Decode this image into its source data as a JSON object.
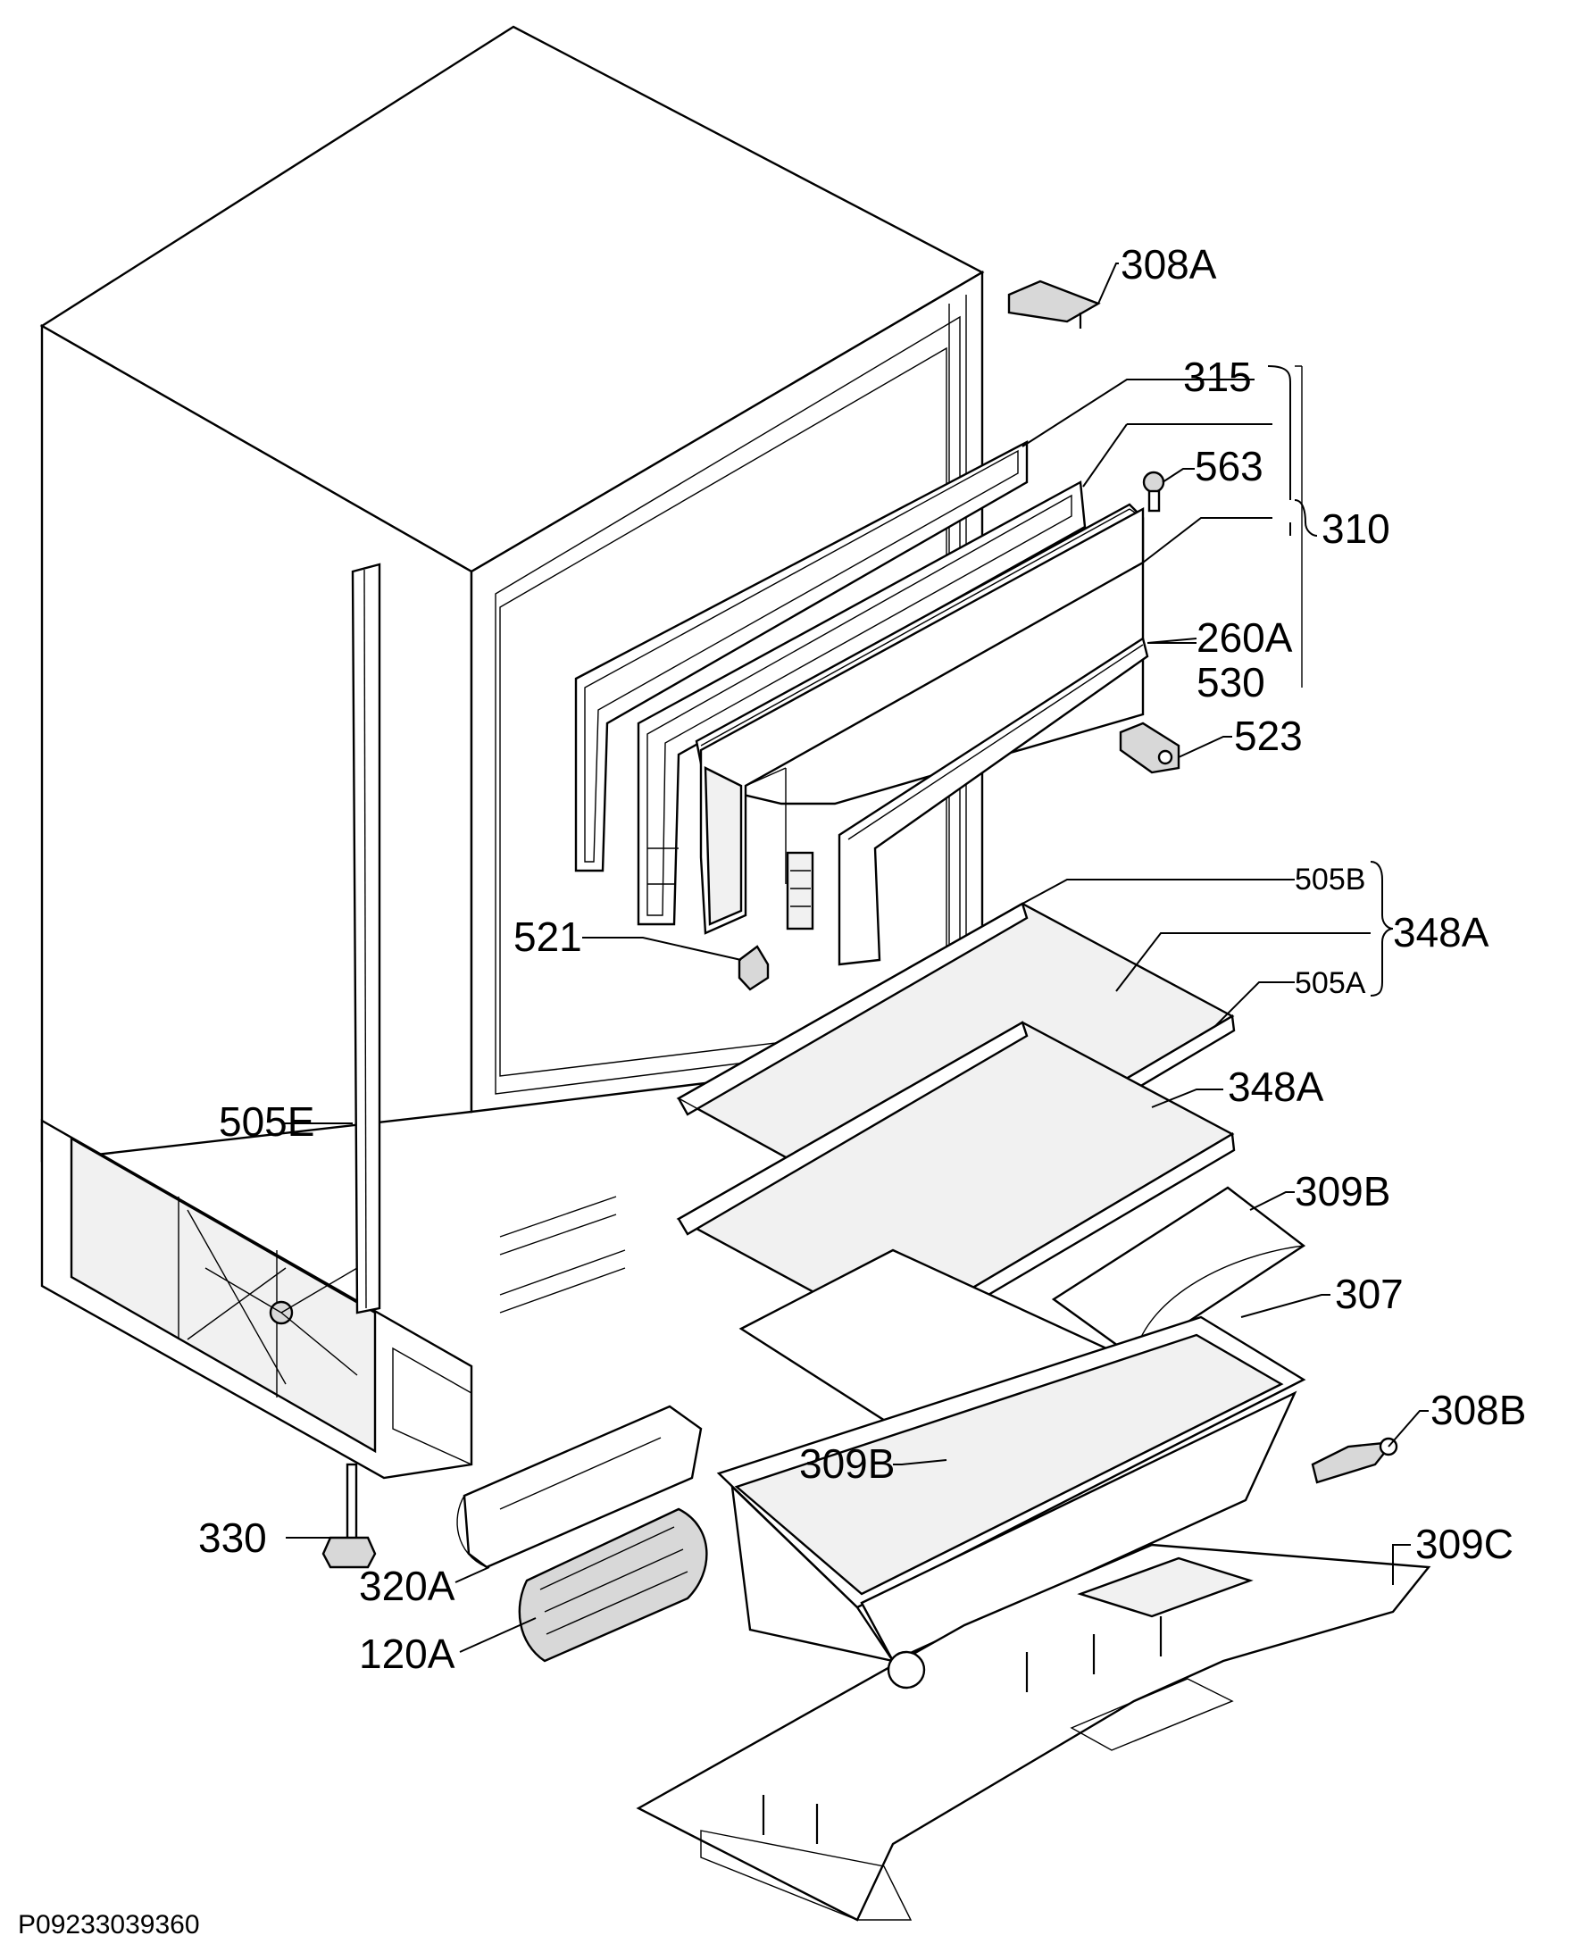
{
  "callouts": [
    {
      "id": "308A",
      "text": "308A"
    },
    {
      "id": "315",
      "text": "315"
    },
    {
      "id": "563",
      "text": "563"
    },
    {
      "id": "310",
      "text": "310"
    },
    {
      "id": "260A",
      "text": "260A"
    },
    {
      "id": "530",
      "text": "530"
    },
    {
      "id": "523",
      "text": "523"
    },
    {
      "id": "505B",
      "text": "505B"
    },
    {
      "id": "348A_group",
      "text": "348A"
    },
    {
      "id": "505A",
      "text": "505A"
    },
    {
      "id": "521",
      "text": "521"
    },
    {
      "id": "348A_shelf",
      "text": "348A"
    },
    {
      "id": "505E",
      "text": "505E"
    },
    {
      "id": "309B_right",
      "text": "309B"
    },
    {
      "id": "307",
      "text": "307"
    },
    {
      "id": "308B",
      "text": "308B"
    },
    {
      "id": "309B_left",
      "text": "309B"
    },
    {
      "id": "330",
      "text": "330"
    },
    {
      "id": "309C",
      "text": "309C"
    },
    {
      "id": "320A",
      "text": "320A"
    },
    {
      "id": "120A",
      "text": "120A"
    }
  ],
  "footer": {
    "code": "P09233039360"
  }
}
